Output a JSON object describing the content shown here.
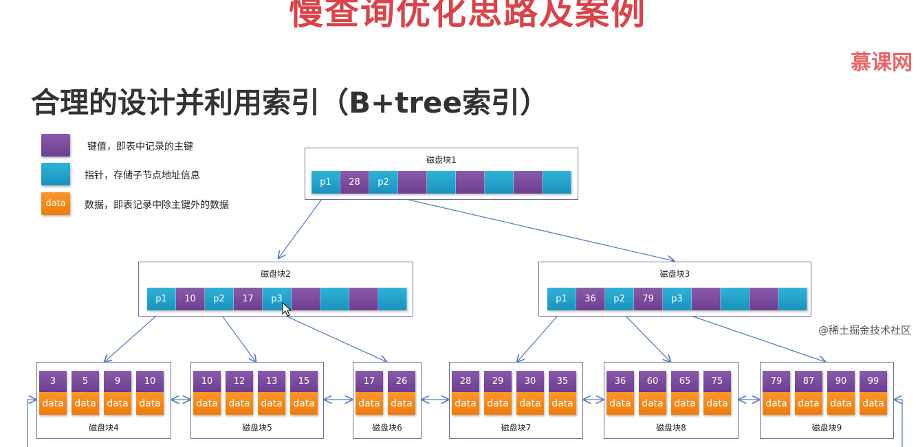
{
  "slide": {
    "title": "慢查询优化思路及案例",
    "heading": "合理的设计并利用索引（B+tree索引）"
  },
  "legend": [
    {
      "color": "purple",
      "swatch_text": "",
      "text": "键值，即表中记录的主键"
    },
    {
      "color": "teal",
      "swatch_text": "",
      "text": "指针，存储子节点地址信息"
    },
    {
      "color": "orange",
      "swatch_text": "data",
      "text": "数据，即表记录中除主键外的数据"
    }
  ],
  "colors": {
    "key": "#7a4b9e",
    "pointer": "#22a3cc",
    "data": "#f58a1c",
    "title": "#d9434a",
    "line": "#5b7fc0"
  },
  "internal_nodes": [
    {
      "label": "磁盘块1",
      "cells": [
        {
          "t": "p",
          "v": "p1"
        },
        {
          "t": "k",
          "v": "28"
        },
        {
          "t": "p",
          "v": "p2"
        },
        {
          "t": "k",
          "v": ""
        },
        {
          "t": "p",
          "v": ""
        },
        {
          "t": "k",
          "v": ""
        },
        {
          "t": "p",
          "v": ""
        },
        {
          "t": "k",
          "v": ""
        },
        {
          "t": "p",
          "v": ""
        }
      ]
    },
    {
      "label": "磁盘块2",
      "cells": [
        {
          "t": "p",
          "v": "p1"
        },
        {
          "t": "k",
          "v": "10"
        },
        {
          "t": "p",
          "v": "p2"
        },
        {
          "t": "k",
          "v": "17"
        },
        {
          "t": "p",
          "v": "p3"
        },
        {
          "t": "k",
          "v": ""
        },
        {
          "t": "p",
          "v": ""
        },
        {
          "t": "k",
          "v": ""
        },
        {
          "t": "p",
          "v": ""
        }
      ]
    },
    {
      "label": "磁盘块3",
      "cells": [
        {
          "t": "p",
          "v": "p1"
        },
        {
          "t": "k",
          "v": "36"
        },
        {
          "t": "p",
          "v": "p2"
        },
        {
          "t": "k",
          "v": "79"
        },
        {
          "t": "p",
          "v": "p3"
        },
        {
          "t": "k",
          "v": ""
        },
        {
          "t": "p",
          "v": ""
        },
        {
          "t": "k",
          "v": ""
        },
        {
          "t": "p",
          "v": ""
        }
      ]
    }
  ],
  "leaf_nodes": [
    {
      "label": "磁盘块4",
      "keys": [
        "3",
        "5",
        "9",
        "10"
      ]
    },
    {
      "label": "磁盘块5",
      "keys": [
        "10",
        "12",
        "13",
        "15"
      ]
    },
    {
      "label": "磁盘块6",
      "keys": [
        "17",
        "26"
      ]
    },
    {
      "label": "磁盘块7",
      "keys": [
        "28",
        "29",
        "30",
        "35"
      ]
    },
    {
      "label": "磁盘块8",
      "keys": [
        "36",
        "60",
        "65",
        "75"
      ]
    },
    {
      "label": "磁盘块9",
      "keys": [
        "79",
        "87",
        "90",
        "99"
      ]
    }
  ],
  "data_label": "data",
  "watermark": "@稀土掘金技术社区",
  "logo": "慕课网"
}
